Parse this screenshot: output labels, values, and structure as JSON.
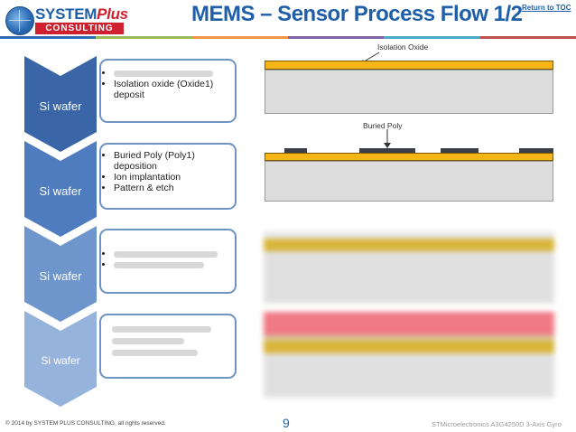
{
  "header": {
    "logo_top": "SYSTEM",
    "logo_top_accent": "Plus",
    "logo_bottom": "CONSULTING",
    "title": "MEMS – Sensor Process Flow 1/2",
    "toc_link": "Return to TOC",
    "rule_colors": [
      "#2d6cb5",
      "#9bbb59",
      "#f79646",
      "#8064a2",
      "#4bacc6",
      "#c0504d"
    ]
  },
  "steps": [
    {
      "label": "Si wafer",
      "color": "#3a66a8",
      "bullets": [
        "",
        "Isolation oxide (Oxide1) deposit"
      ]
    },
    {
      "label": "Si wafer",
      "color": "#4f7cbf",
      "bullets": [
        "Buried Poly (Poly1) deposition",
        "Ion implantation",
        "Pattern & etch"
      ]
    },
    {
      "label": "Si wafer",
      "color": "#6e95cc",
      "bullets": [
        "",
        ""
      ]
    },
    {
      "label": "Si wafer",
      "color": "#96b3dc",
      "bullets": []
    }
  ],
  "diagrams": {
    "isolation_oxide_label": "Isolation Oxide",
    "buried_poly_label": "Buried Poly"
  },
  "footer": {
    "copyright": "© 2014 by SYSTEM PLUS CONSULTING, all rights reserved.",
    "page_number": "9",
    "product": "STMicroelectronics A3G4250D 3-Axis Gyro"
  }
}
